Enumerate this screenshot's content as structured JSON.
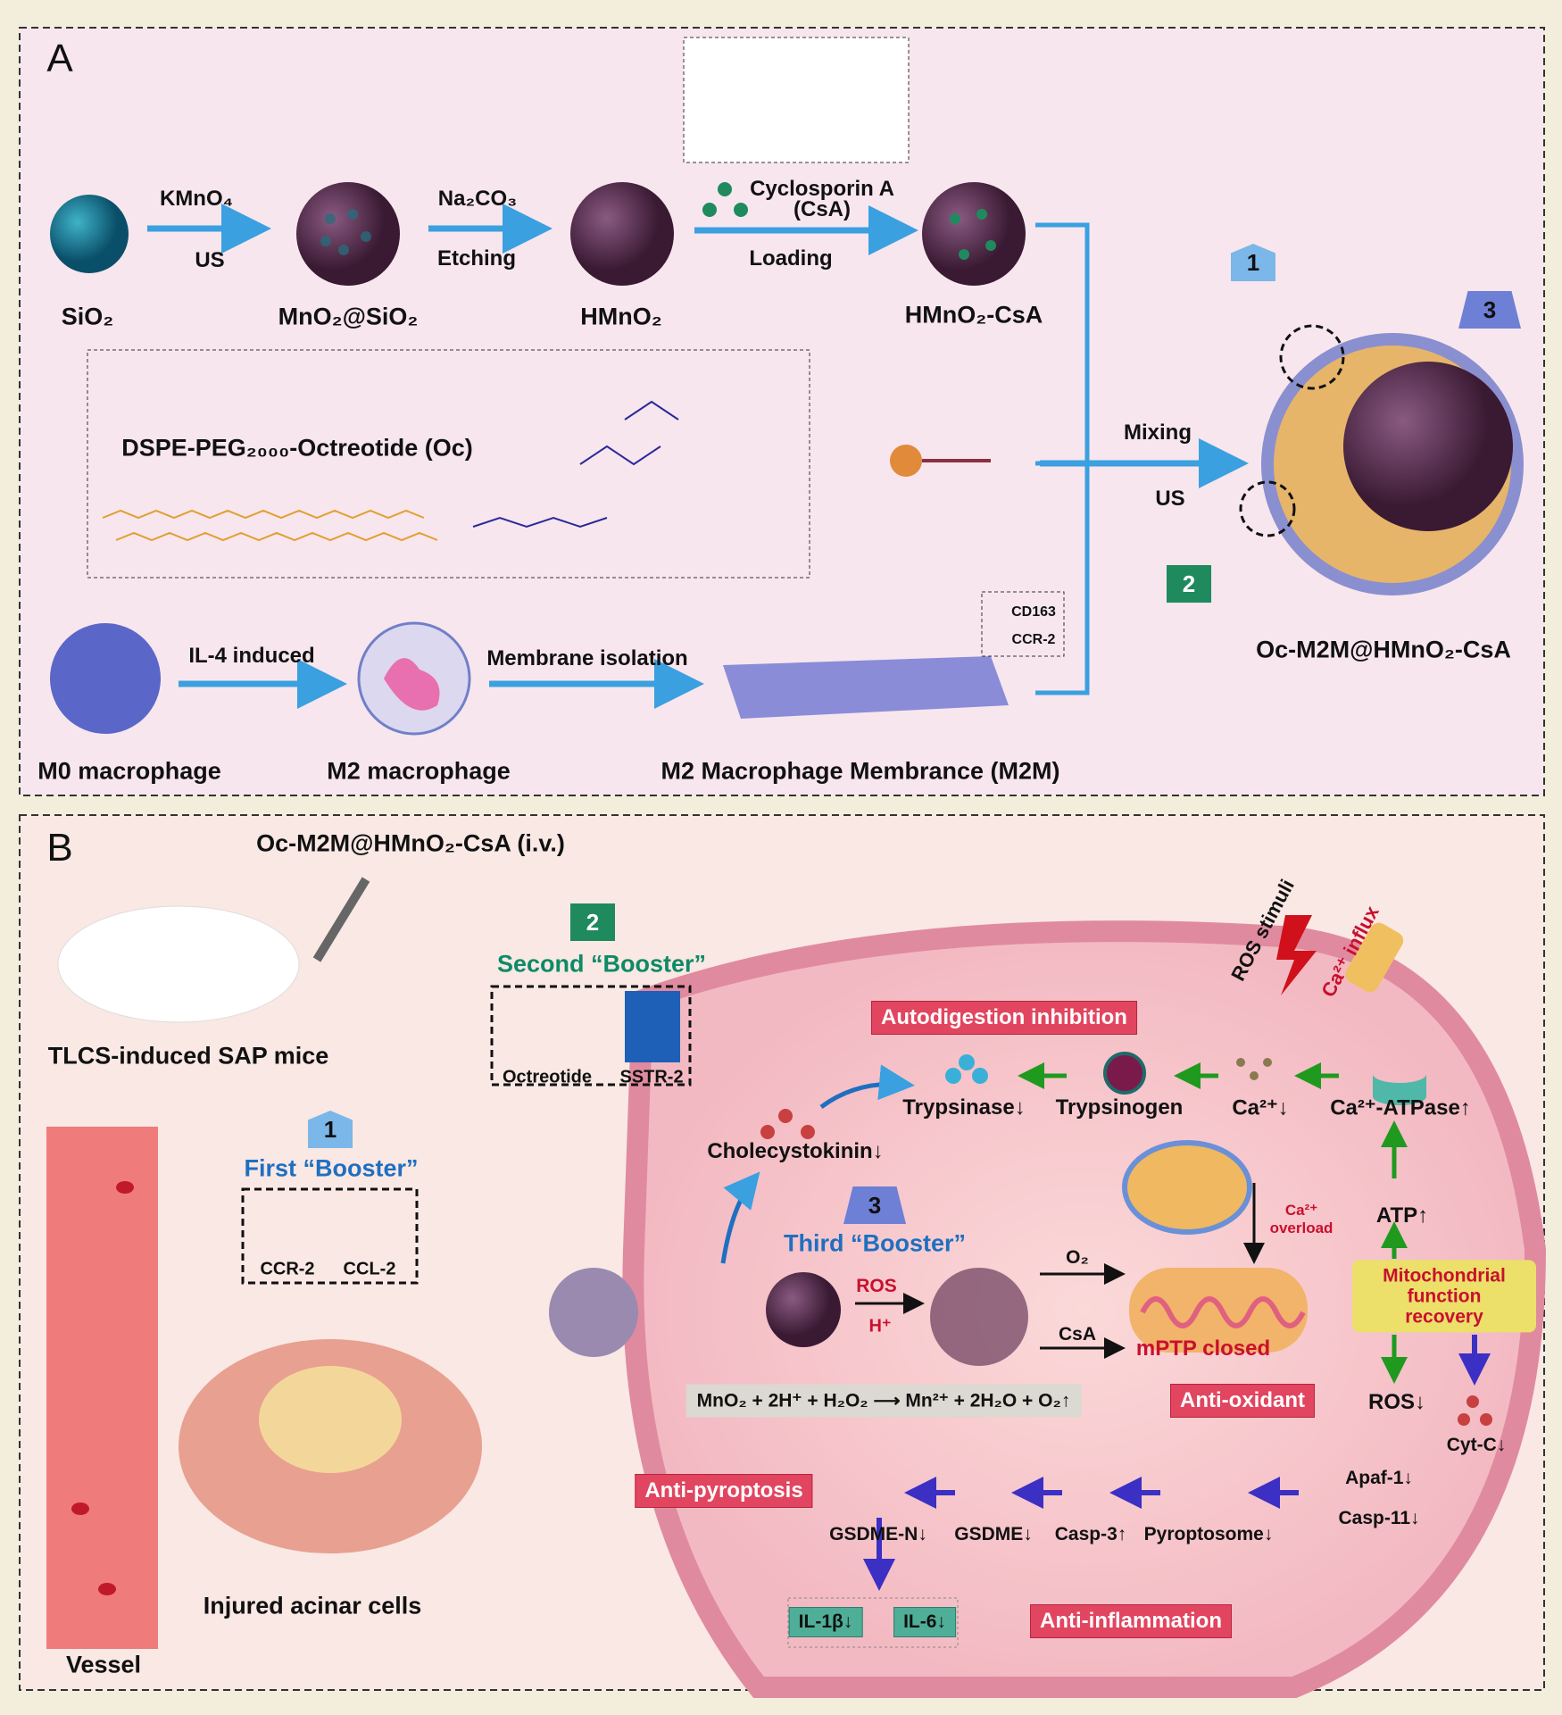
{
  "panel_a": {
    "letter": "A",
    "sio2": "SiO₂",
    "kmno4": "KMnO₄",
    "us1": "US",
    "mno2_sio2": "MnO₂@SiO₂",
    "na2co3": "Na₂CO₃",
    "etching": "Etching",
    "hmno2": "HMnO₂",
    "cyclosporin": "Cyclosporin A",
    "csa_abbr": "(CsA)",
    "loading": "Loading",
    "hmno2_csa": "HMnO₂-CsA",
    "dspe": "DSPE-PEG₂₀₀₀-Octreotide (Oc)",
    "mixing": "Mixing",
    "us2": "US",
    "product": "Oc-M2M@HMnO₂-CsA",
    "badge1": "1",
    "badge2": "2",
    "badge3": "3",
    "il4": "IL-4 induced",
    "membrane_isolation": "Membrane isolation",
    "cd163": "CD163",
    "ccr2": "CCR-2",
    "m0": "M0 macrophage",
    "m2": "M2 macrophage",
    "m2m": "M2 Macrophage Membrance (M2M)"
  },
  "panel_b": {
    "letter": "B",
    "injection": "Oc-M2M@HMnO₂-CsA (i.v.)",
    "mice": "TLCS-induced SAP mice",
    "badge1": "1",
    "badge2": "2",
    "badge3": "3",
    "second_booster": "Second “Booster”",
    "octreotide": "Octreotide",
    "sstr2": "SSTR-2",
    "first_booster": "First “Booster”",
    "ccr2": "CCR-2",
    "ccl2": "CCL-2",
    "third_booster": "Third “Booster”",
    "autodigestion": "Autodigestion inhibition",
    "trypsinase": "Trypsinase↓",
    "trypsinogen": "Trypsinogen",
    "ca": "Ca²⁺↓",
    "ca_atpase": "Ca²⁺-ATPase↑",
    "cholecystokinin": "Cholecystokinin↓",
    "ros_stimuli": "ROS stimuli",
    "ca_influx": "Ca²⁺ influx",
    "atp": "ATP↑",
    "ca_overload": "Ca²⁺ overload",
    "ros": "ROS",
    "h_plus": "H⁺",
    "o2": "O₂",
    "csa": "CsA",
    "mptp": "mPTP closed",
    "mito_recovery": "Mitochondrial function recovery",
    "equation": "MnO₂ + 2H⁺ + H₂O₂ ⟶ Mn²⁺ + 2H₂O + O₂↑",
    "anti_oxidant": "Anti-oxidant",
    "ros_down": "ROS↓",
    "cytc": "Cyt-C↓",
    "apaf1": "Apaf-1↓",
    "casp11": "Casp-11↓",
    "anti_pyroptosis": "Anti-pyroptosis",
    "gsdmen": "GSDME-N↓",
    "gsdme": "GSDME↓",
    "casp3": "Casp-3↑",
    "pyroptosome": "Pyroptosome↓",
    "il1b": "IL-1β↓",
    "il6": "IL-6↓",
    "anti_inflammation": "Anti-inflammation",
    "acinar": "Injured acinar cells",
    "vessel": "Vessel"
  },
  "colors": {
    "arrow_blue": "#3aa0e0",
    "arrow_green": "#1f9a1f",
    "arrow_indigo": "#3b2fc4",
    "label_red": "#e2455f",
    "nanoparticle": "#5a2d4f",
    "csa_dot": "#1f8a5e"
  }
}
